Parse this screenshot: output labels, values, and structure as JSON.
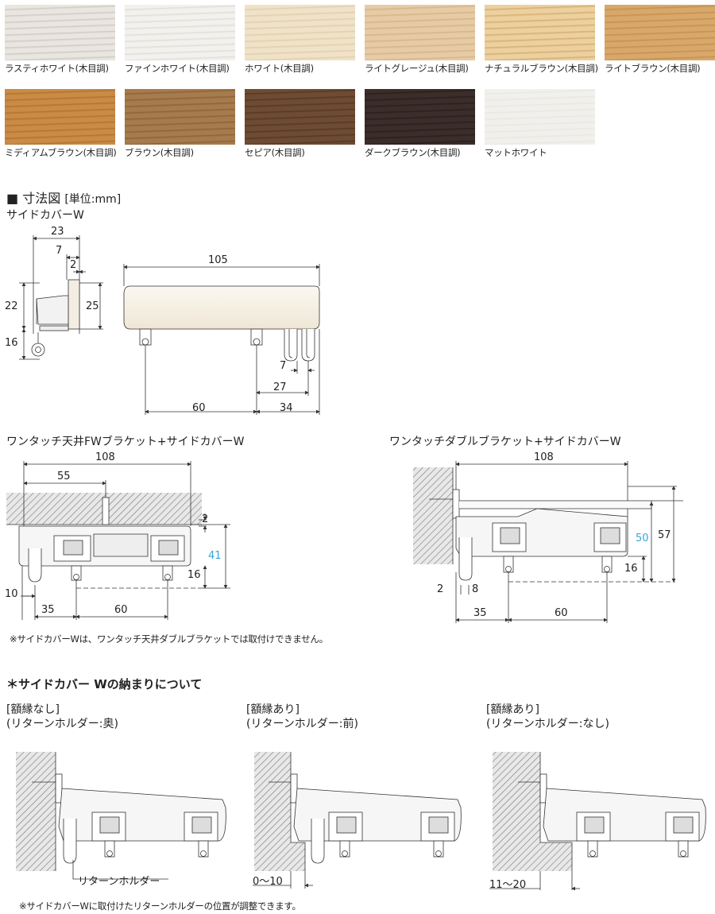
{
  "swatches": [
    {
      "label": "ラスティホワイト(木目調)",
      "color": "#e9e5e0",
      "grain": "#cfc9c2"
    },
    {
      "label": "ファインホワイト(木目調)",
      "color": "#f2f1ee",
      "grain": "#e0ddd8"
    },
    {
      "label": "ホワイト(木目調)",
      "color": "#efe2c8",
      "grain": "#e0ceab"
    },
    {
      "label": "ライトグレージュ(木目調)",
      "color": "#e6cba5",
      "grain": "#d3b48a"
    },
    {
      "label": "ナチュラルブラウン(木目調)",
      "color": "#ecd09e",
      "grain": "#d4ad72"
    },
    {
      "label": "ライトブラウン(木目調)",
      "color": "#d8a86b",
      "grain": "#c48f50"
    },
    {
      "label": "ミディアムブラウン(木目調)",
      "color": "#c98b45",
      "grain": "#b07330"
    },
    {
      "label": "ブラウン(木目調)",
      "color": "#a67b4d",
      "grain": "#8c6238"
    },
    {
      "label": "セピア(木目調)",
      "color": "#6e4b33",
      "grain": "#573722"
    },
    {
      "label": "ダークブラウン(木目調)",
      "color": "#3a2d2a",
      "grain": "#2a1f1c"
    },
    {
      "label": "マットホワイト",
      "color": "#f1f0ec",
      "grain": "#e8e7e2"
    }
  ],
  "dim_title": "■ 寸法図",
  "dim_unit": "[単位:mm]",
  "side_cover": "サイドカバーW",
  "d1": {
    "a": "23",
    "b": "7",
    "c": "2",
    "d": "22",
    "e": "25",
    "f": "16",
    "w": "105",
    "g": "7",
    "h": "27",
    "i": "60",
    "j": "34"
  },
  "fig2_title": "ワンタッチ天井FWブラケット+サイドカバーW",
  "fig2": {
    "a": "108",
    "b": "55",
    "c": "2",
    "d": "41",
    "e": "16",
    "f": "10",
    "g": "35",
    "h": "60"
  },
  "fig3_title": "ワンタッチダブルブラケット+サイドカバーW",
  "fig3": {
    "a": "108",
    "b": "57",
    "c": "50",
    "d": "16",
    "e": "2",
    "f": "8",
    "g": "35",
    "h": "60"
  },
  "note1": "※サイドカバーWは、ワンタッチ天井ダブルブラケットでは取付けできません。",
  "section2": "＊サイドカバー Wの納まりについて",
  "case1": {
    "l1": "[額縁なし]",
    "l2": "(リターンホルダー:奥)"
  },
  "case2": {
    "l1": "[額縁あり]",
    "l2": "(リターンホルダー:前)",
    "dim": "0〜10"
  },
  "case3": {
    "l1": "[額縁あり]",
    "l2": "(リターンホルダー:なし)",
    "dim": "11〜20"
  },
  "return_holder": "リターンホルダー",
  "note2": "※サイドカバーWに取付けたリターンホルダーの位置が調整できます。"
}
